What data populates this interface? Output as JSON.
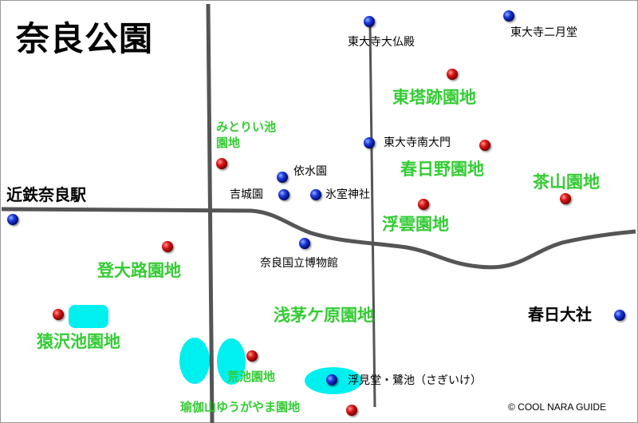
{
  "map": {
    "title": "奈良公園",
    "copyright": "© COOL NARA GUIDE"
  },
  "places": {
    "daibutsuden": "東大寺大仏殿",
    "nigatsudo": "東大寺二月堂",
    "totoseki": "東塔跡園地",
    "nandaimon": "東大寺南大門",
    "midorii_line1": "みとりい池",
    "midorii_line2": "園地",
    "isuien": "依水園",
    "kasugano": "春日野園地",
    "chazan": "茶山園地",
    "kintetsu": "近鉄奈良駅",
    "yoshikien": "吉城園",
    "himuro": "氷室神社",
    "ukigumo": "浮雲園地",
    "museum": "奈良国立博物館",
    "noboriooji": "登大路園地",
    "asajigahara": "浅茅ケ原園地",
    "kasuga_taisha": "春日大社",
    "sarusawa": "猿沢池園地",
    "araike": "荒池園地",
    "ukimido": "浮見堂・鷺池（さぎいけ）",
    "yugayama": "瑜伽山ゆうがやま園地"
  },
  "colors": {
    "road": "#555555",
    "pond": "#00f0f0",
    "park_label": "#33cc33",
    "marker_red": "#dd1111",
    "marker_blue": "#1133dd"
  }
}
